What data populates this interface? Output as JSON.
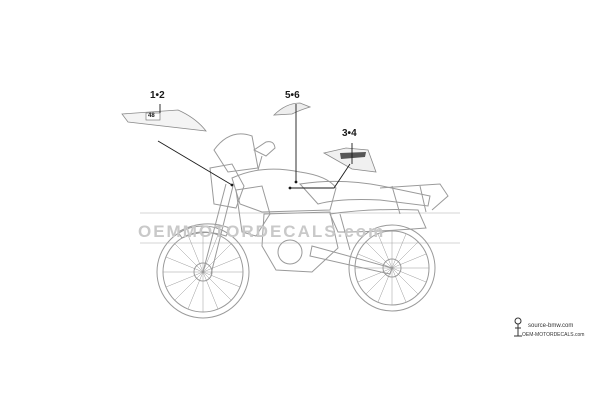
{
  "callouts": {
    "c12": "1•2",
    "c56": "5•6",
    "c34": "3•4"
  },
  "decal_tank_text": "48",
  "watermark": "OEMMOTORDECALS.com",
  "source": {
    "line1": "source-bmw.com",
    "line2": "OEM-MOTORDECALS.com"
  },
  "colors": {
    "outline": "#9a9a9a",
    "leader": "#1a1a1a",
    "watermark": "#c9c9c9"
  }
}
